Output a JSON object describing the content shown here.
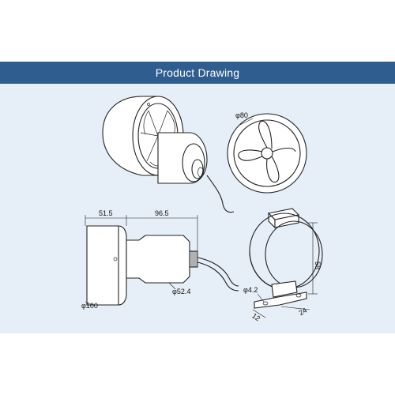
{
  "header": {
    "title": "Product Drawing"
  },
  "dimensions": {
    "front_diameter": "φ80",
    "side_length_front": "51.5",
    "side_length_rear": "96.5",
    "side_body_diameter": "φ52.4",
    "side_housing_diameter": "φ100",
    "bracket_height": "58",
    "bracket_hole": "φ4.2",
    "bracket_foot_width": "12",
    "bracket_foot_depth": "24"
  }
}
